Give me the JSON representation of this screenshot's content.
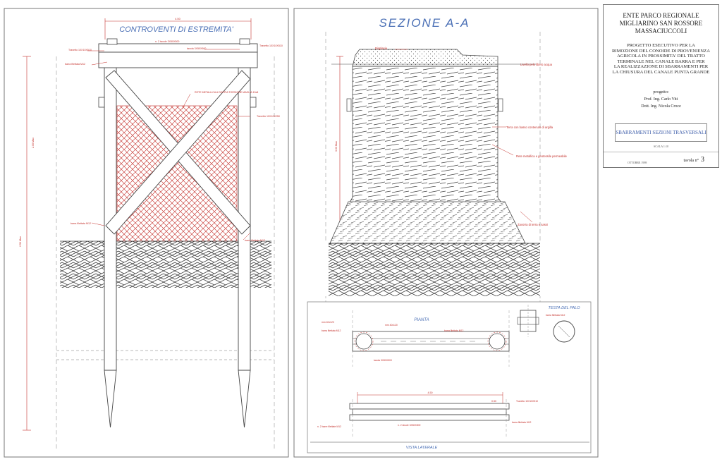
{
  "left_panel": {
    "title": "CONTROVENTI DI ESTREMITA'",
    "labels": {
      "top_dim": "4.50",
      "tavole_top": "n. 2 tavole 3X50X500",
      "tavola_mid": "tavola 3X50X500",
      "travetto_left": "Travetto 10X10X510",
      "travetto_right": "Travetto 10X10X510",
      "barra_top": "barra filettata M12",
      "rete": "RETE METALLICA A DOPPIA TORSIONE MAGLIA 10x8",
      "travetto_side": "Travetto 10X10X250",
      "barra_low": "barra filettata M12",
      "barra_low_right": "barra filettata M12",
      "height_dim": "2.00 Max",
      "depth_dim": "2.50 Max"
    }
  },
  "middle_panel": {
    "title": "SEZIONE A-A",
    "labels": {
      "bioplasia": "Bioplasia",
      "livello": "Livello pelo libero acqua",
      "terra": "Terra con basso contenuto di argilla",
      "rete": "Rete metallica e geotessile permeabile",
      "zavorra": "Zavorra di terra e sassi",
      "height_dim": "3.00 Max"
    }
  },
  "lower_panel": {
    "pianta_title": "PIANTA",
    "testa_title": "TESTA DEL PALO",
    "vista_title": "VISTA LATERALE",
    "labels": {
      "dim_a": "mm 40x120",
      "dim_b": "mm 40x120",
      "barra_a": "barra filettata M12",
      "barra_b": "barra filettata M12",
      "tavola_a": "tavola 3X50X500",
      "barra_testa": "barra filettata M12",
      "length": "4.50",
      "travetto_v": "Travetto 10X10X510",
      "barre_v": "n. 2 barre filettate M12",
      "tavole_v": "n. 2 tavole 3X50X500",
      "barra_v": "barra filettata M12",
      "dim_small": "0.50"
    }
  },
  "title_block": {
    "ente": [
      "ENTE PARCO REGIONALE",
      "MIGLIARINO SAN ROSSORE",
      "MASSACIUCCOLI"
    ],
    "progetto_desc": [
      "PROGETTO ESECUTIVO PER LA",
      "RIMOZIONE DEL CONOIDE DI PROVENIENZA",
      "AGRICOLA IN PROSSIMITA' DEL TRATTO",
      "TERMINALE NEL CANALE BARRA E PER",
      "LA REALIZZAZIONE DI SBARRAMENTI PER",
      "LA CHIUSURA DEL CANALE PUNTA GRANDE"
    ],
    "progetto_label": "progetto:",
    "author1": "Prof. Ing. Carlo Viti",
    "author2": "Dott. Ing. Nicola Croce",
    "drawing_title": "SBARRAMENTI SEZIONI TRASVERSALI",
    "scala": "SCALA 1:10",
    "date": "OTTOBRE 1998",
    "tavola_label": "tavola n°",
    "tavola_num": "3"
  },
  "colors": {
    "line": "#444444",
    "red": "#c4302b",
    "blue": "#4a6fb5",
    "hatch": "#333333"
  }
}
